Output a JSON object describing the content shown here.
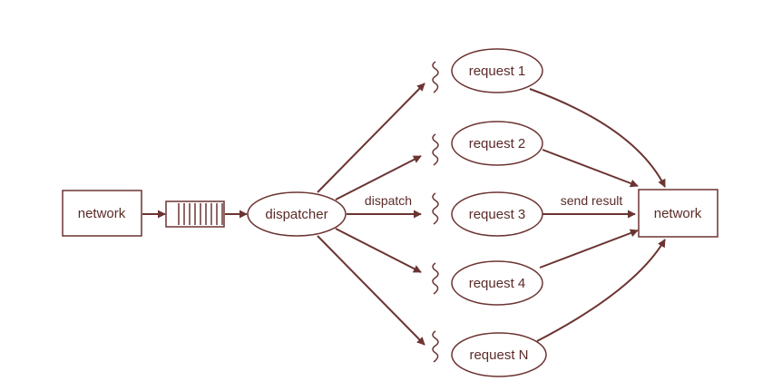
{
  "diagram": {
    "colors": {
      "stroke": "#6b3432",
      "text": "#5a2b28",
      "background": "#ffffff"
    },
    "left_box_label": "network",
    "dispatcher_label": "dispatcher",
    "dispatch_label": "dispatch",
    "send_result_label": "send result",
    "right_box_label": "network",
    "requests": [
      {
        "label": "request 1"
      },
      {
        "label": "request 2"
      },
      {
        "label": "request 3"
      },
      {
        "label": "request 4"
      },
      {
        "label": "request N"
      }
    ],
    "icons": {
      "thread": "thread-squiggle-icon",
      "queue": "queue-icon"
    }
  }
}
